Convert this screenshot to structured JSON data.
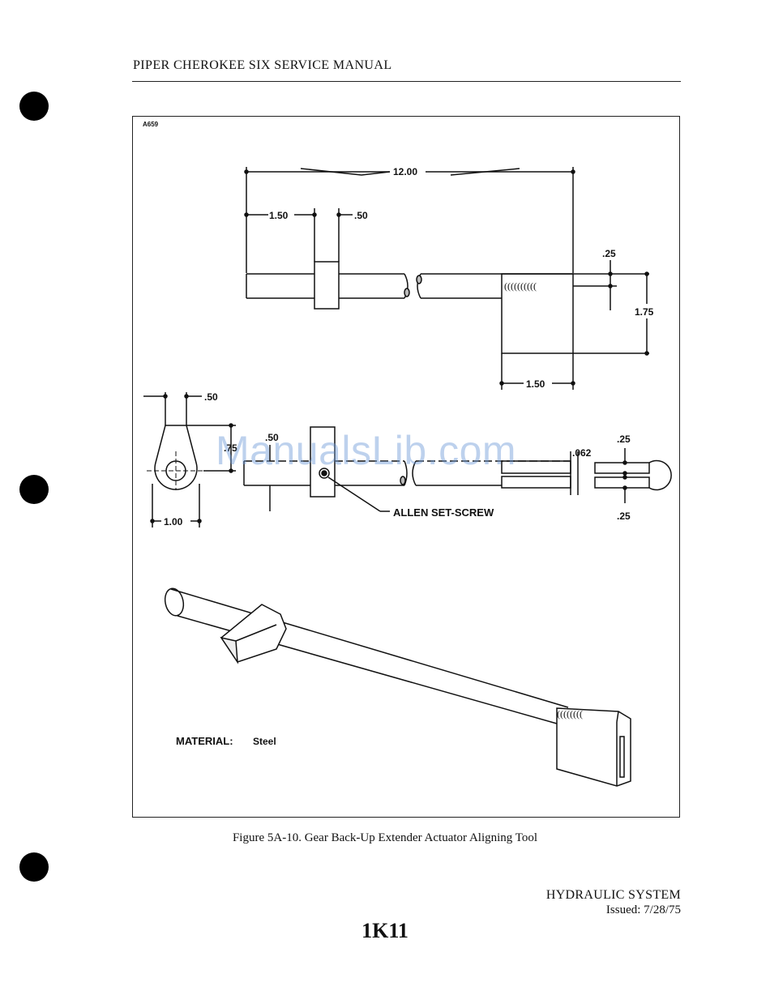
{
  "header": {
    "title": "PIPER CHEROKEE SIX SERVICE MANUAL"
  },
  "figure": {
    "code": "A659",
    "dimensions": {
      "overall_length": "12.00",
      "collar_offset": "1.50",
      "collar_width": ".50",
      "slot_depth_top": ".25",
      "block_height": "1.75",
      "block_width": "1.50",
      "end_width": ".50",
      "end_height": ".75",
      "end_hole_spacing": "1.00",
      "shaft_dia": ".50",
      "slot_width": ".062",
      "slot_top": ".25",
      "slot_bottom": ".25"
    },
    "callout_setscrew": "ALLEN SET-SCREW",
    "material_label": "MATERIAL:",
    "material_value": "Steel",
    "caption": "Figure 5A-10.  Gear Back-Up Extender Actuator Aligning Tool"
  },
  "watermark": "ManualsLib.com",
  "footer": {
    "section": "HYDRAULIC SYSTEM",
    "issued": "Issued: 7/28/75",
    "page_id": "1K11"
  }
}
